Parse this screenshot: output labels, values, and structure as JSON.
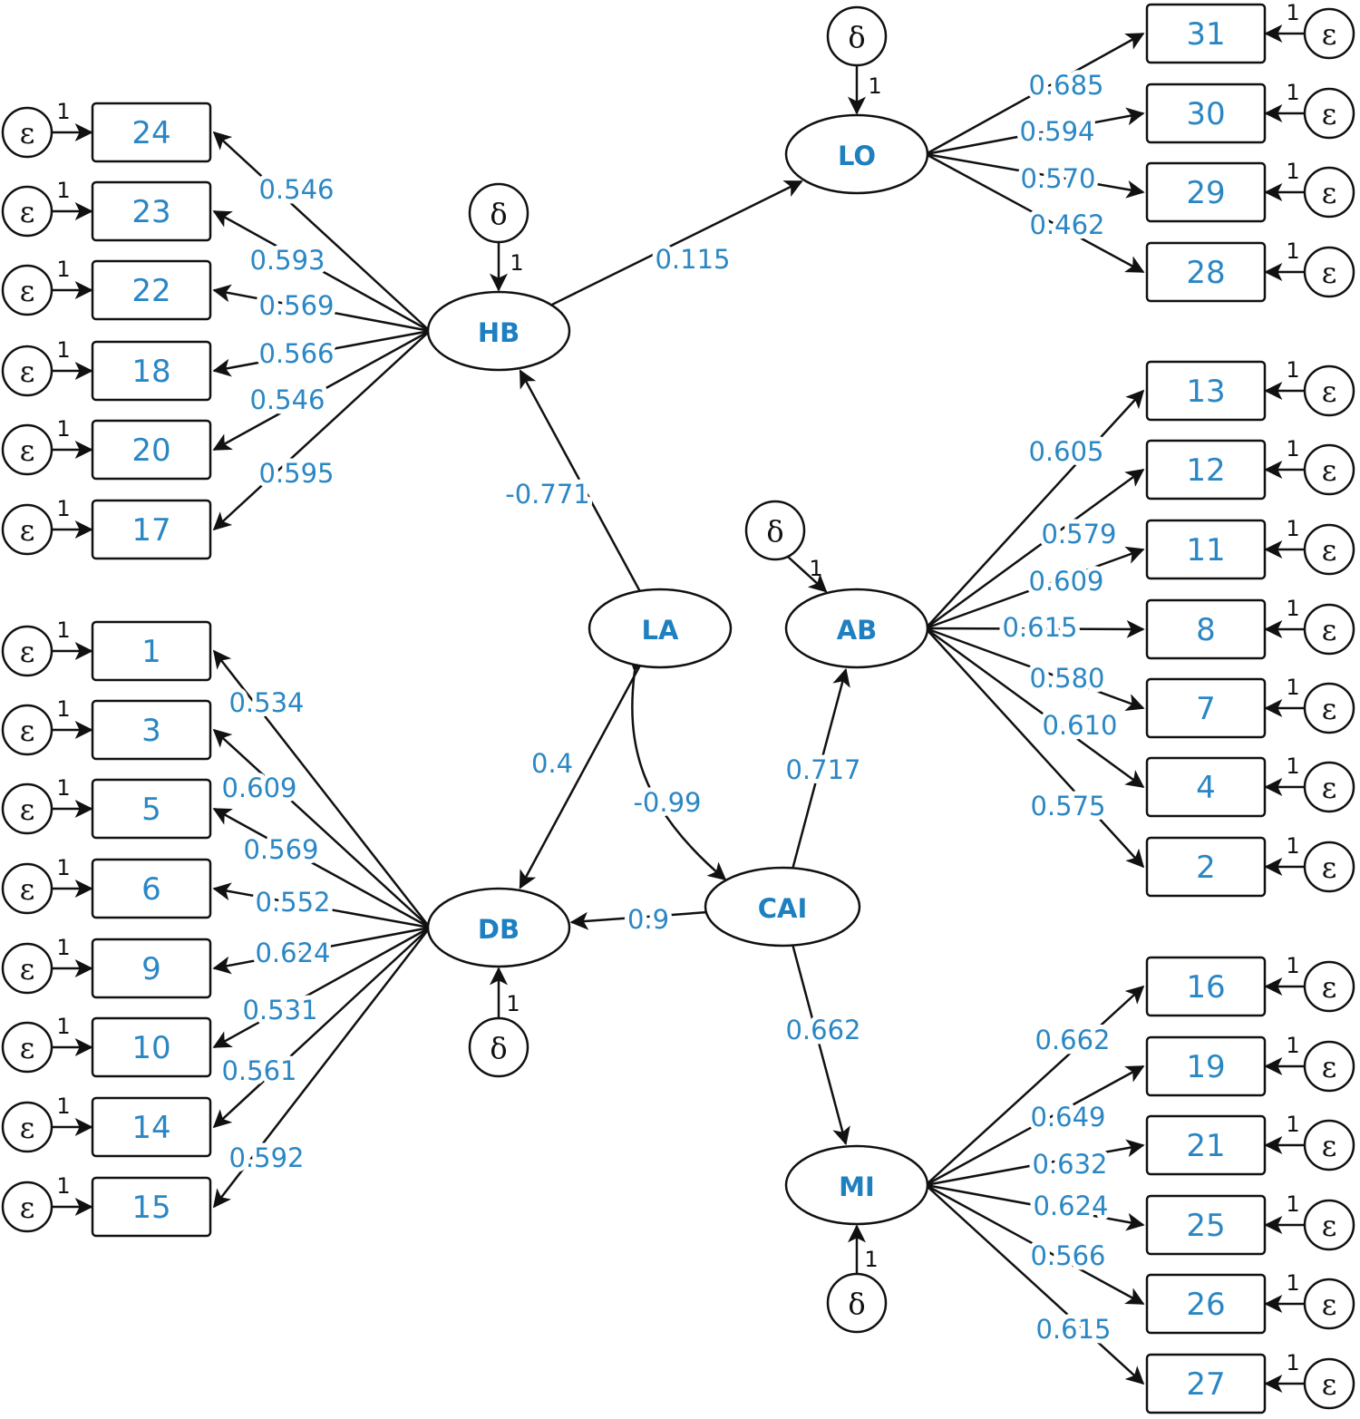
{
  "error_symbol": "ε",
  "disturbance_symbol": "δ",
  "fixed_loading": "1",
  "latents": [
    {
      "id": "HB",
      "label": "HB"
    },
    {
      "id": "LO",
      "label": "LO"
    },
    {
      "id": "LA",
      "label": "LA"
    },
    {
      "id": "AB",
      "label": "AB"
    },
    {
      "id": "DB",
      "label": "DB"
    },
    {
      "id": "CAI",
      "label": "CAI"
    },
    {
      "id": "MI",
      "label": "MI"
    }
  ],
  "indicator_groups": [
    {
      "latent": "HB",
      "side": "left",
      "items": [
        {
          "label": "24",
          "loading": "0.546"
        },
        {
          "label": "23",
          "loading": "0.593"
        },
        {
          "label": "22",
          "loading": "0.569"
        },
        {
          "label": "18",
          "loading": "0.566"
        },
        {
          "label": "20",
          "loading": "0.546"
        },
        {
          "label": "17",
          "loading": "0.595"
        }
      ]
    },
    {
      "latent": "DB",
      "side": "left",
      "items": [
        {
          "label": "1",
          "loading": "0.534"
        },
        {
          "label": "3",
          "loading": "0.609"
        },
        {
          "label": "5",
          "loading": "0.569"
        },
        {
          "label": "6",
          "loading": "0.552"
        },
        {
          "label": "9",
          "loading": "0.624"
        },
        {
          "label": "10",
          "loading": "0.531"
        },
        {
          "label": "14",
          "loading": "0.561"
        },
        {
          "label": "15",
          "loading": "0.592"
        }
      ]
    },
    {
      "latent": "LO",
      "side": "right",
      "items": [
        {
          "label": "31",
          "loading": "0.685"
        },
        {
          "label": "30",
          "loading": "0.594"
        },
        {
          "label": "29",
          "loading": "0.570"
        },
        {
          "label": "28",
          "loading": "0.462"
        }
      ]
    },
    {
      "latent": "AB",
      "side": "right",
      "items": [
        {
          "label": "13",
          "loading": "0.605"
        },
        {
          "label": "12",
          "loading": "0.579"
        },
        {
          "label": "11",
          "loading": "0.609"
        },
        {
          "label": "8",
          "loading": "0.615"
        },
        {
          "label": "7",
          "loading": "0.580"
        },
        {
          "label": "4",
          "loading": "0.610"
        },
        {
          "label": "2",
          "loading": "0.575"
        }
      ]
    },
    {
      "latent": "MI",
      "side": "right",
      "items": [
        {
          "label": "16",
          "loading": "0.662"
        },
        {
          "label": "19",
          "loading": "0.649"
        },
        {
          "label": "21",
          "loading": "0.632"
        },
        {
          "label": "25",
          "loading": "0.624"
        },
        {
          "label": "26",
          "loading": "0.566"
        },
        {
          "label": "27",
          "loading": "0.615"
        }
      ]
    }
  ],
  "structural_paths": [
    {
      "from": "HB",
      "to": "LO",
      "coef": "0.115"
    },
    {
      "from": "LA",
      "to": "HB",
      "coef": "-0.771"
    },
    {
      "from": "LA",
      "to": "DB",
      "coef": "0.4"
    },
    {
      "from": "CAI",
      "to": "AB",
      "coef": "0.717"
    },
    {
      "from": "CAI",
      "to": "DB",
      "coef": "0.9"
    },
    {
      "from": "CAI",
      "to": "MI",
      "coef": "0.662"
    }
  ],
  "covariances": [
    {
      "between": [
        "LA",
        "CAI"
      ],
      "coef": "-0.99"
    }
  ]
}
